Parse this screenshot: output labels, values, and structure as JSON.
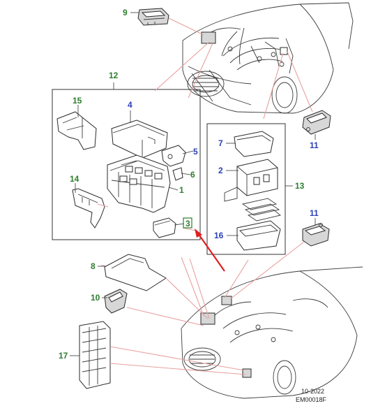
{
  "callouts": [
    {
      "id": "c9",
      "label": "9",
      "color": "green"
    },
    {
      "id": "c12",
      "label": "12",
      "color": "green"
    },
    {
      "id": "c15",
      "label": "15",
      "color": "green"
    },
    {
      "id": "c4",
      "label": "4",
      "color": "blue"
    },
    {
      "id": "c5",
      "label": "5",
      "color": "blue"
    },
    {
      "id": "c6",
      "label": "6",
      "color": "green"
    },
    {
      "id": "c1",
      "label": "1",
      "color": "green"
    },
    {
      "id": "c14",
      "label": "14",
      "color": "green"
    },
    {
      "id": "c3",
      "label": "3",
      "color": "green"
    },
    {
      "id": "c7",
      "label": "7",
      "color": "blue"
    },
    {
      "id": "c2",
      "label": "2",
      "color": "blue"
    },
    {
      "id": "c13",
      "label": "13",
      "color": "green"
    },
    {
      "id": "c16",
      "label": "16",
      "color": "blue"
    },
    {
      "id": "c11a",
      "label": "11",
      "color": "blue"
    },
    {
      "id": "c11b",
      "label": "11",
      "color": "blue"
    },
    {
      "id": "c8",
      "label": "8",
      "color": "green"
    },
    {
      "id": "c10",
      "label": "10",
      "color": "green"
    },
    {
      "id": "c17",
      "label": "17",
      "color": "green"
    }
  ],
  "footer": {
    "date": "10-2022",
    "code": "EM00018F"
  },
  "colors": {
    "green_callout": "#2e7d2e",
    "blue_callout": "#2a3fb8",
    "highlight_arrow": "#e01f1f",
    "guide_lines": "#e8a0a0",
    "line_art": "#2a2a2a"
  }
}
